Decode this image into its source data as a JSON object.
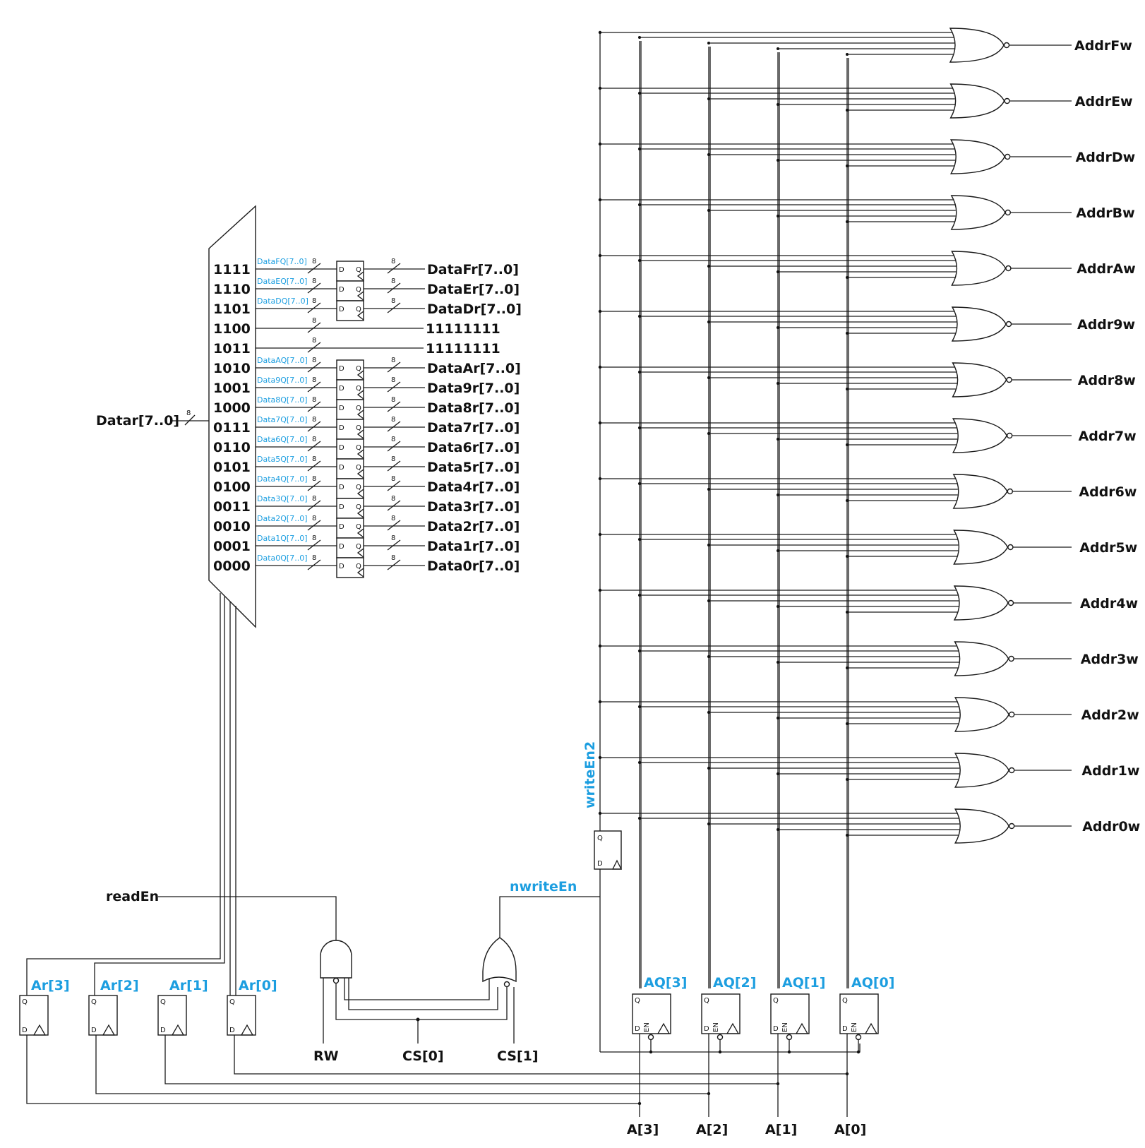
{
  "mux": {
    "input_label": "Datar[7..0]",
    "bus_width": "8",
    "selects": [
      "1111",
      "1110",
      "1101",
      "1100",
      "1011",
      "1010",
      "1001",
      "1000",
      "0111",
      "0110",
      "0101",
      "0100",
      "0011",
      "0010",
      "0001",
      "0000"
    ],
    "ff_inputs": [
      "DataFQ[7..0]",
      "DataEQ[7..0]",
      "DataDQ[7..0]",
      "",
      "",
      "DataAQ[7..0]",
      "Data9Q[7..0]",
      "Data8Q[7..0]",
      "Data7Q[7..0]",
      "Data6Q[7..0]",
      "Data5Q[7..0]",
      "Data4Q[7..0]",
      "Data3Q[7..0]",
      "Data2Q[7..0]",
      "Data1Q[7..0]",
      "Data0Q[7..0]"
    ],
    "outputs": [
      "DataFr[7..0]",
      "DataEr[7..0]",
      "DataDr[7..0]",
      "11111111",
      "11111111",
      "DataAr[7..0]",
      "Data9r[7..0]",
      "Data8r[7..0]",
      "Data7r[7..0]",
      "Data6r[7..0]",
      "Data5r[7..0]",
      "Data4r[7..0]",
      "Data3r[7..0]",
      "Data2r[7..0]",
      "Data1r[7..0]",
      "Data0r[7..0]"
    ]
  },
  "decoder": {
    "outputs": [
      "AddrFw",
      "AddrEw",
      "AddrDw",
      "AddrBw",
      "AddrAw",
      "Addr9w",
      "Addr8w",
      "Addr7w",
      "Addr6w",
      "Addr5w",
      "Addr4w",
      "Addr3w",
      "Addr2w",
      "Addr1w",
      "Addr0w"
    ],
    "enable_label": "writeEn2",
    "addr_regs": [
      "AQ[3]",
      "AQ[2]",
      "AQ[1]",
      "AQ[0]"
    ],
    "addr_inputs": [
      "A[3]",
      "A[2]",
      "A[1]",
      "A[0]"
    ]
  },
  "control": {
    "read_enable": "readEn",
    "nwrite_enable": "nwriteEn",
    "rw": "RW",
    "cs0": "CS[0]",
    "cs1": "CS[1]",
    "read_regs": [
      "Ar[3]",
      "Ar[2]",
      "Ar[1]",
      "Ar[0]"
    ]
  },
  "ff_pins": {
    "d": "D",
    "q": "Q",
    "en": "EN"
  }
}
